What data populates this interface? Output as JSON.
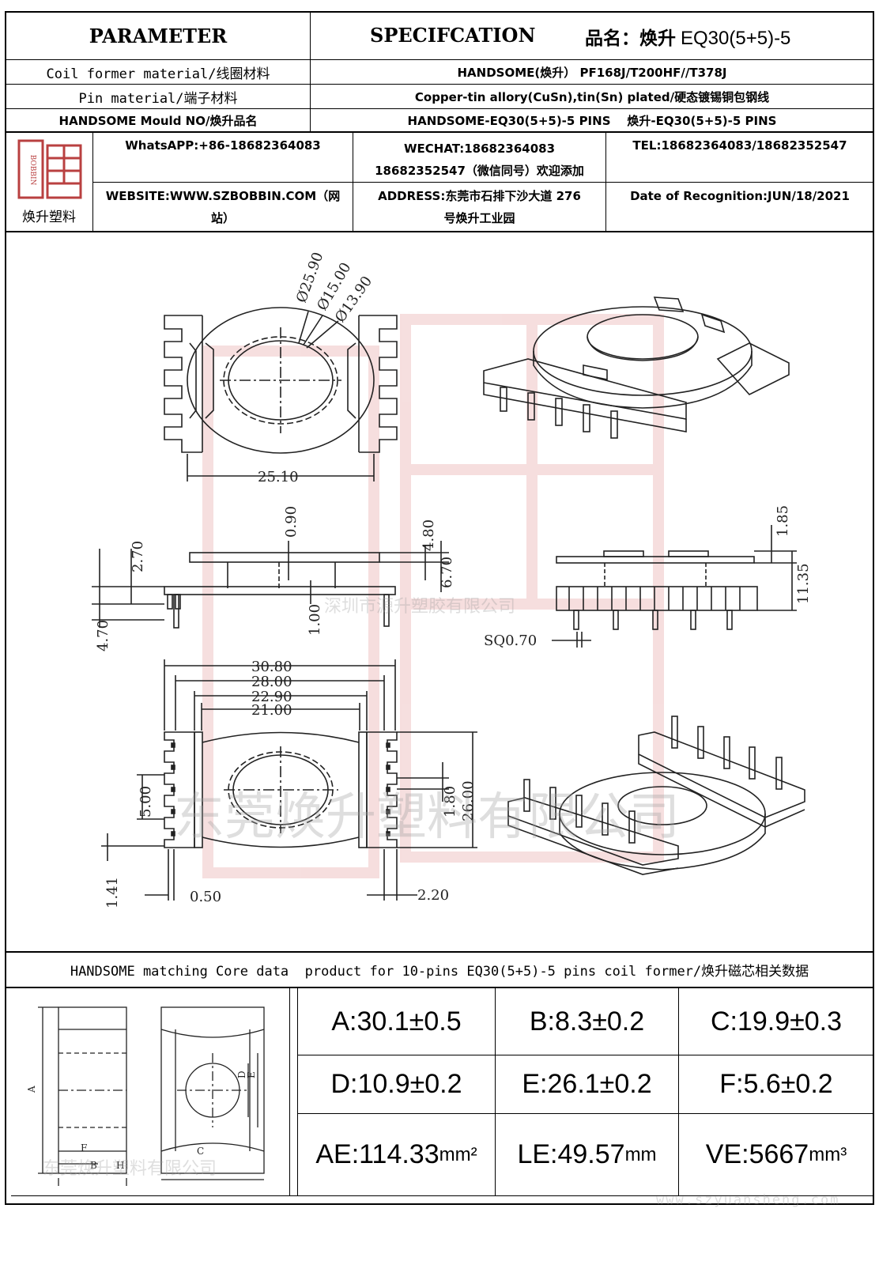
{
  "header": {
    "parameter": "PARAMETER",
    "specification": "SPECIFCATION",
    "product_name_label": "品名：焕升",
    "product_name_value": "EQ30(5+5)-5"
  },
  "rows": [
    {
      "label": "Coil former material/线圈材料",
      "value": "HANDSOME(焕升）  PF168J/T200HF//T378J"
    },
    {
      "label": "Pin material/端子材料",
      "value": "Copper-tin allory(CuSn),tin(Sn) plated/硬态镀锡铜包钢线"
    },
    {
      "label": "HANDSOME Mould NO/焕升品名",
      "value": "HANDSOME-EQ30(5+5)-5 PINS    焕升-EQ30(5+5)-5 PINS"
    }
  ],
  "company": {
    "logo_caption": "焕升塑料",
    "logo_text": "BOBBIN",
    "whatsapp": "WhatsAPP:+86-18682364083",
    "wechat_line1": "WECHAT:18682364083",
    "wechat_line2": "18682352547（微信同号）欢迎添加",
    "tel": "TEL:18682364083/18682352547",
    "website_line1": "WEBSITE:WWW.SZBOBBIN.COM（网",
    "website_line2": "站）",
    "address_line1": "ADDRESS:东莞市石排下沙大道 276",
    "address_line2": "号焕升工业园",
    "date": "Date of Recognition:JUN/18/2021"
  },
  "drawing": {
    "dims": {
      "d1": "Ø25.90",
      "d2": "Ø15.00",
      "d3": "Ø13.90",
      "w25": "25.10",
      "h090": "0.90",
      "h270": "2.70",
      "h480": "4.80",
      "h670": "6.70",
      "h100": "1.00",
      "h470": "4.70",
      "h185": "1.85",
      "h1135": "11.35",
      "sq": "SQ0.70",
      "w3080": "30.80",
      "w2800": "28.00",
      "w2290": "22.90",
      "w2100": "21.00",
      "h500": "5.00",
      "h180": "1.80",
      "h2600": "26.00",
      "h141": "1.41",
      "w050": "0.50",
      "w220": "2.20"
    },
    "watermark_1": "深圳市源升塑胶有限公司",
    "watermark_2": "东莞焕升塑料有限公司"
  },
  "core": {
    "title": "HANDSOME matching Core data  product for 10-pins EQ30(5+5)-5 pins coil former/焕升磁芯相关数据",
    "diagram_labels": {
      "A": "A",
      "B": "B",
      "H": "H",
      "F": "F",
      "C": "C",
      "D": "D",
      "E": "E"
    },
    "watermark": "东莞焕升塑料有限公司",
    "values": [
      [
        "A:30.1±0.5",
        "B:8.3±0.2",
        "C:19.9±0.3"
      ],
      [
        "D:10.9±0.2",
        "E:26.1±0.2",
        "F:5.6±0.2"
      ]
    ],
    "ae": "AE:114.33",
    "ae_unit": "mm²",
    "le": "LE:49.57",
    "le_unit": "mm",
    "ve": "VE:5667",
    "ve_unit": "mm³"
  },
  "footer_watermark": "www.szyuansheng.com",
  "colors": {
    "border": "#000000",
    "watermark_red": "#e8b4b4",
    "logo_red": "#b94040"
  }
}
